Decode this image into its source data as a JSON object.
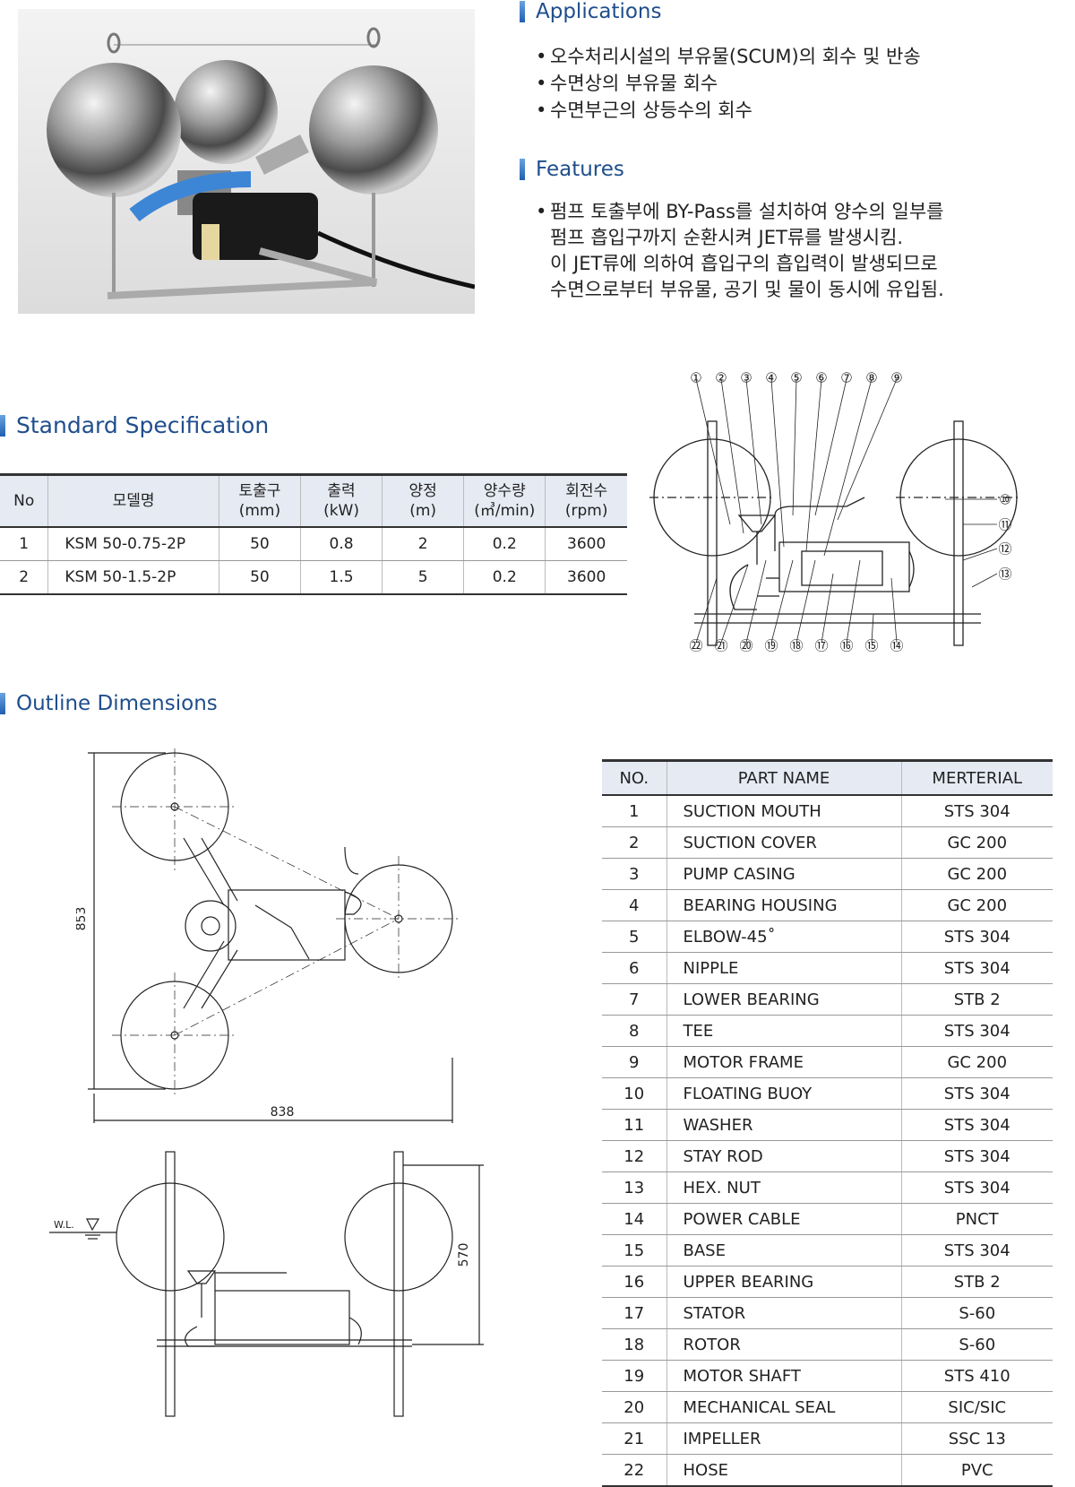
{
  "sections": {
    "applications": "Applications",
    "features": "Features",
    "standard_spec": "Standard Specification",
    "outline": "Outline Dimensions"
  },
  "applications": [
    "오수처리시설의 부유물(SCUM)의 회수 및 반송",
    "수면상의 부유물 회수",
    "수면부근의 상등수의 회수"
  ],
  "features": [
    "펌프 토출부에 BY-Pass를 설치하여 양수의 일부를",
    "펌프 흡입구까지 순환시켜 JET류를 발생시킴.",
    "이 JET류에 의하여 흡입구의 흡입력이 발생되므로",
    "수면으로부터 부유물, 공기 및 물이 동시에 유입됨."
  ],
  "spec_table": {
    "headers": [
      {
        "a": "No",
        "b": ""
      },
      {
        "a": "모델명",
        "b": ""
      },
      {
        "a": "토출구",
        "b": "(mm)"
      },
      {
        "a": "출력",
        "b": "(kW)"
      },
      {
        "a": "양정",
        "b": "(m)"
      },
      {
        "a": "양수량",
        "b": "(㎥/min)"
      },
      {
        "a": "회전수",
        "b": "(rpm)"
      }
    ],
    "rows": [
      [
        "1",
        "KSM 50-0.75-2P",
        "50",
        "0.8",
        "2",
        "0.2",
        "3600"
      ],
      [
        "2",
        "KSM 50-1.5-2P",
        "50",
        "1.5",
        "5",
        "0.2",
        "3600"
      ]
    ]
  },
  "parts_table": {
    "headers": [
      "NO.",
      "PART NAME",
      "MERTERIAL"
    ],
    "rows": [
      [
        "1",
        "SUCTION MOUTH",
        "STS 304"
      ],
      [
        "2",
        "SUCTION COVER",
        "GC 200"
      ],
      [
        "3",
        "PUMP CASING",
        "GC 200"
      ],
      [
        "4",
        "BEARING HOUSING",
        "GC 200"
      ],
      [
        "5",
        "ELBOW-45˚",
        "STS 304"
      ],
      [
        "6",
        "NIPPLE",
        "STS 304"
      ],
      [
        "7",
        "LOWER BEARING",
        "STB 2"
      ],
      [
        "8",
        "TEE",
        "STS 304"
      ],
      [
        "9",
        "MOTOR FRAME",
        "GC 200"
      ],
      [
        "10",
        "FLOATING BUOY",
        "STS 304"
      ],
      [
        "11",
        "WASHER",
        "STS 304"
      ],
      [
        "12",
        "STAY ROD",
        "STS 304"
      ],
      [
        "13",
        "HEX. NUT",
        "STS 304"
      ],
      [
        "14",
        "POWER CABLE",
        "PNCT"
      ],
      [
        "15",
        "BASE",
        "STS 304"
      ],
      [
        "16",
        "UPPER BEARING",
        "STB 2"
      ],
      [
        "17",
        "STATOR",
        "S-60"
      ],
      [
        "18",
        "ROTOR",
        "S-60"
      ],
      [
        "19",
        "MOTOR SHAFT",
        "STS 410"
      ],
      [
        "20",
        "MECHANICAL SEAL",
        "SIC/SIC"
      ],
      [
        "21",
        "IMPELLER",
        "SSC 13"
      ],
      [
        "22",
        "HOSE",
        "PVC"
      ]
    ]
  },
  "diagram_labels": {
    "top": [
      "①",
      "②",
      "③",
      "④",
      "⑤",
      "⑥",
      "⑦",
      "⑧",
      "⑨"
    ],
    "right": [
      "⑩",
      "⑪",
      "⑫",
      "⑬"
    ],
    "bottom": [
      "㉒",
      "㉑",
      "⑳",
      "⑲",
      "⑱",
      "⑰",
      "⑯",
      "⑮",
      "⑭"
    ]
  },
  "dimensions": {
    "height": "853",
    "width": "838",
    "depth": "570",
    "wl": "W.L."
  }
}
